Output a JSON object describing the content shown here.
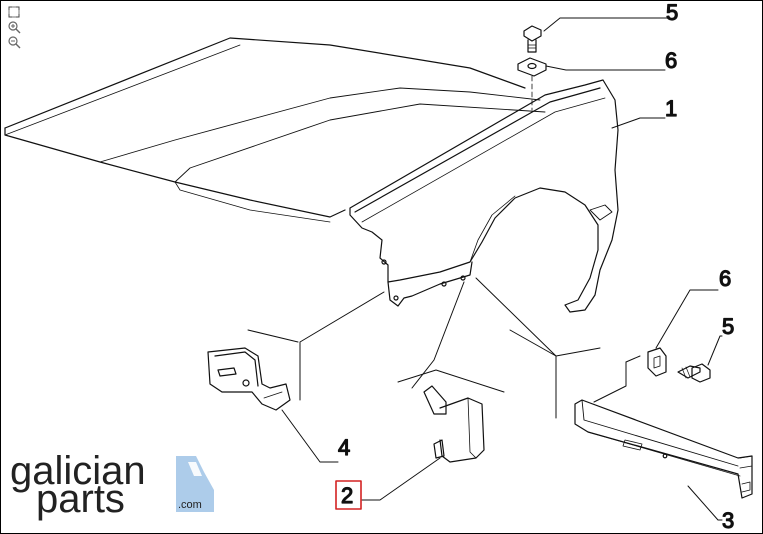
{
  "toolbar": {
    "icons": [
      "fit-page-icon",
      "zoom-in-icon",
      "zoom-out-icon"
    ]
  },
  "callouts": {
    "c1": "1",
    "c2": "2",
    "c3": "3",
    "c4": "4",
    "c5_top": "5",
    "c6_top": "6",
    "c5_right": "5",
    "c6_right": "6"
  },
  "selected_callout": "2",
  "colors": {
    "line": "#111111",
    "highlight": "#d32222",
    "logo_text": "#222222",
    "logo_blue": "#9fc3e6"
  },
  "logo": {
    "line1": "galician",
    "line2": "parts",
    "suffix": ".com"
  }
}
